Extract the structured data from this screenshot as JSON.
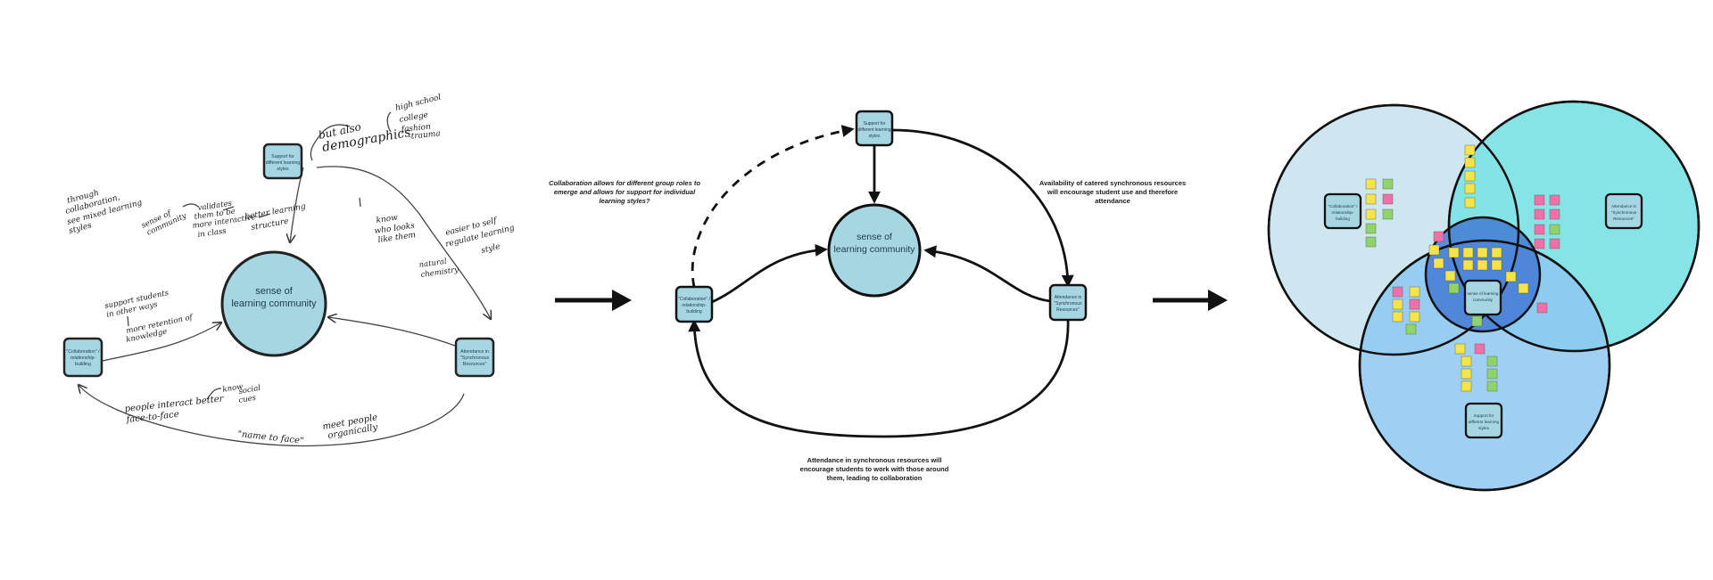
{
  "panel1": {
    "center": "sense of learning community",
    "node_top": "Support for different learning styles",
    "node_left": "\"Collaboration\" / relationship-building",
    "node_right": "Attendance in \"Synchronous Resources\"",
    "notes": {
      "but_also": "but also",
      "demographics": "demographics",
      "high_school": "high school",
      "college": "college",
      "fashion": "fashion",
      "trauma": "-trauma",
      "through": "through",
      "collaboration": "collaboration,",
      "see_mixed": "see mixed learning",
      "styles": "styles",
      "sense_of": "sense of",
      "community": "community",
      "validates": "validates",
      "them_to_be": "them to be",
      "more_interactive": "more interactive",
      "in_class": "in class",
      "better_learning": "better learning",
      "structure": "structure",
      "know": "know",
      "who_looks": "who looks",
      "like_them": "like them",
      "easier_to_self": "easier to self",
      "regulate_learning": "regulate learning",
      "style": "style",
      "natural": "natural",
      "chemistry": "chemistry",
      "support_students": "support students",
      "in_other_ways": "in other ways",
      "more_retention": "more retention of",
      "knowledge": "knowledge",
      "people_interact": "people interact better",
      "face_to_face": "face-to-face",
      "know2": "know",
      "social": "social",
      "cues": "cues",
      "meet_people": "meet people",
      "organically": "organically",
      "name_to_face": "\"name to face\""
    }
  },
  "panel2": {
    "center": "sense of learning community",
    "node_top": "Support for different learning styles",
    "node_left": "\"Collaboration\" / relationship-building",
    "node_right": "Attendance in \"Synchronous Resources\"",
    "caption_left": "Collaboration allows for different group roles to emerge and allows for support for individual learning styles?",
    "caption_right": "Availability of catered synchronous resources will encourage student use and therefore attendance",
    "caption_bottom": "Attendance in synchronous resources will encourage students to work with those around them, leading to collaboration"
  },
  "panel3": {
    "node_left": "\"Collaboration\" / relationship-building",
    "node_right": "Attendance in \"Synchronous Resources\"",
    "node_bottom": "Support for different learning styles",
    "node_center": "sense of learning community"
  },
  "colors": {
    "node_fill": "#a7d6e3",
    "circle_left": "#cde6ef",
    "circle_right": "#7fe3e6",
    "circle_bottom": "#8ec8f2",
    "overlap_center": "#3a6fd0",
    "sticky_yellow": "#f4e34a",
    "sticky_pink": "#ef6fa6",
    "sticky_green": "#8fd46a"
  },
  "icons": [
    "arrow-right-icon",
    "arrow-right-icon"
  ]
}
